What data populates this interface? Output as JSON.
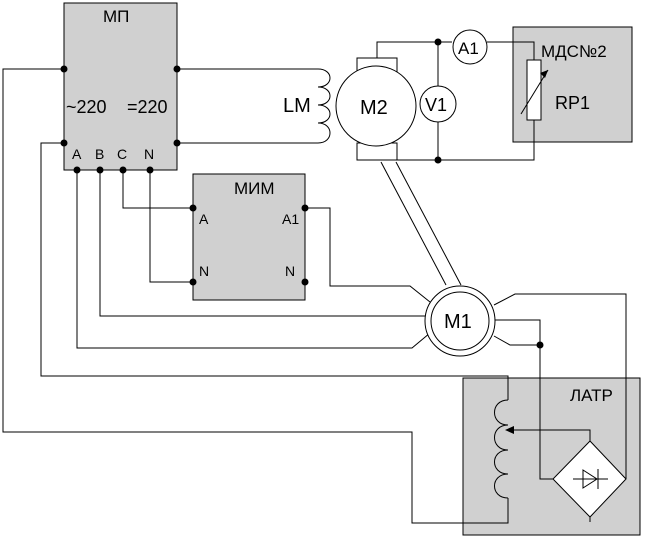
{
  "blocks": {
    "mp": {
      "title": "МП",
      "ac": "~220",
      "dc": "=220",
      "terminals": [
        "A",
        "B",
        "C",
        "N"
      ]
    },
    "mim": {
      "title": "МИМ",
      "in_a": "A",
      "in_n": "N",
      "out_a": "A1",
      "out_n": "N"
    },
    "mds": {
      "title": "МДС№2",
      "rheostat": "RP1"
    },
    "latr": {
      "title": "ЛАТР"
    }
  },
  "components": {
    "field_winding": "LM",
    "motor_m2": "M2",
    "motor_m1": "M1",
    "voltmeter": "V1",
    "ammeter": "A1"
  },
  "colors": {
    "block_fill": "#d0d0d0",
    "line": "#000000"
  }
}
